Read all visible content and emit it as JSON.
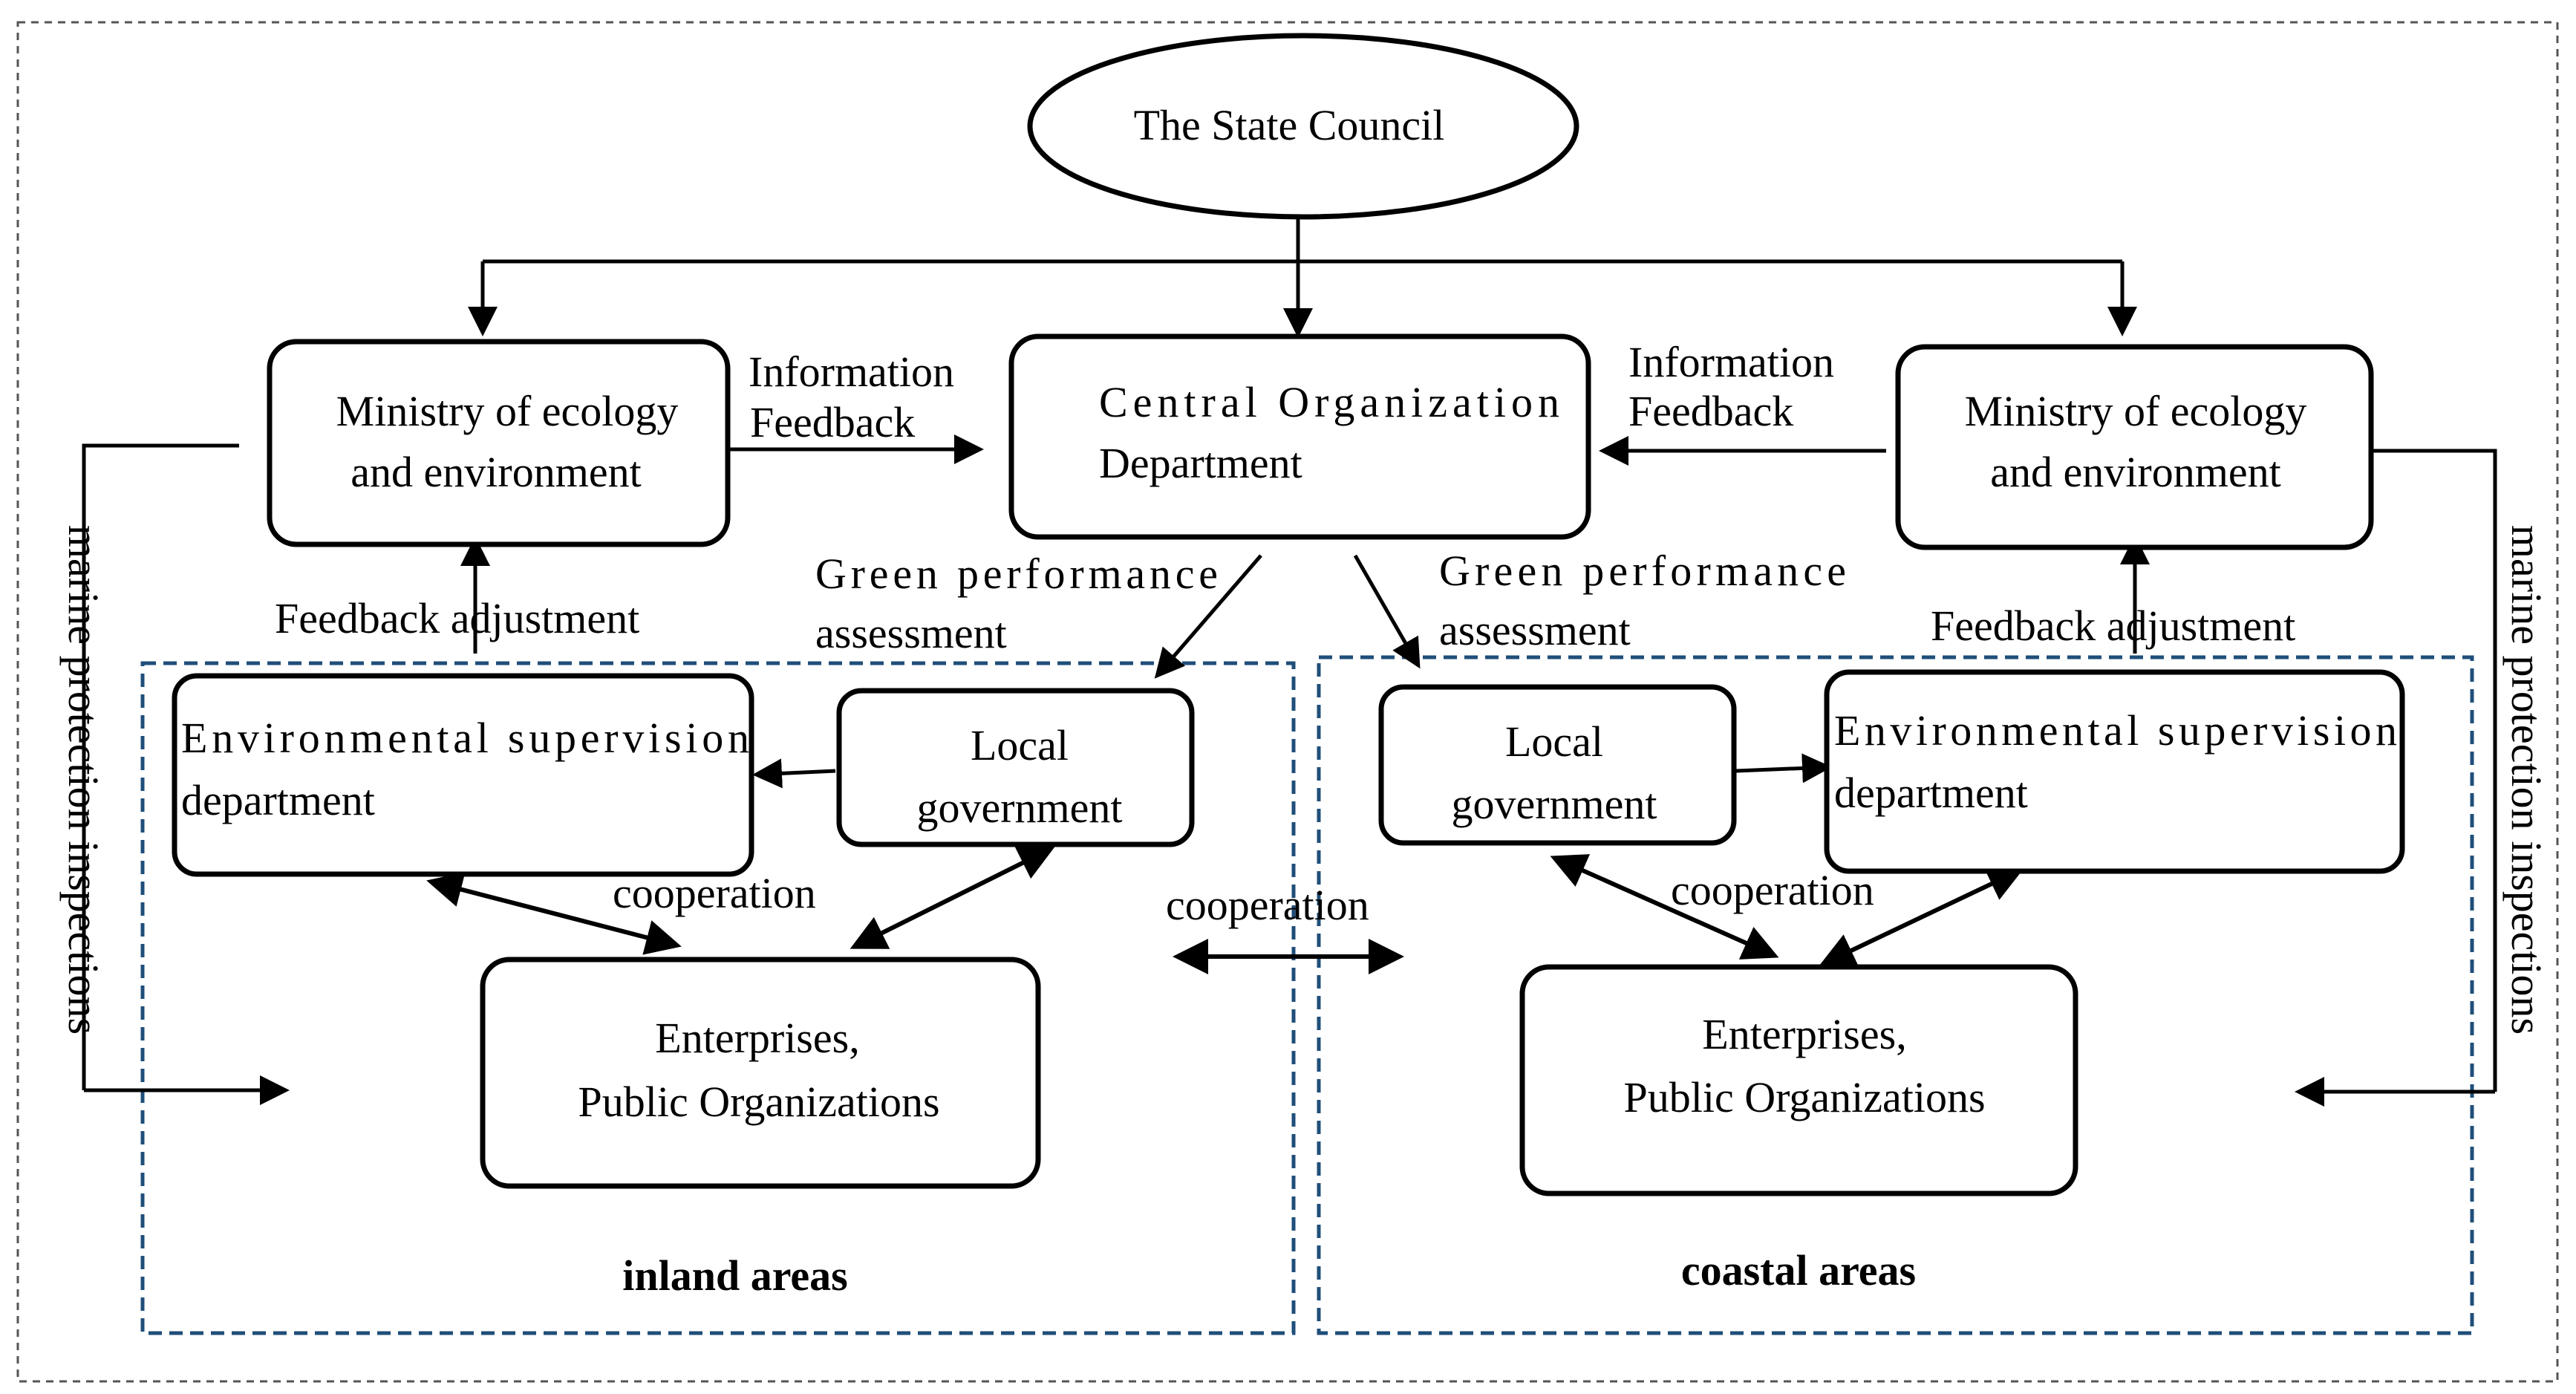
{
  "nodes": {
    "state_council": "The State Council",
    "ministry_left": [
      "Ministry of ecology",
      "and environment"
    ],
    "central_org": [
      "Central Organization",
      "Department"
    ],
    "ministry_right": [
      "Ministry of ecology",
      "and environment"
    ],
    "env_left": [
      "Environmental supervision",
      "department"
    ],
    "local_left": [
      "Local",
      "government"
    ],
    "enterprises_left": [
      "Enterprises,",
      "Public Organizations"
    ],
    "local_right": [
      "Local",
      "government"
    ],
    "env_right": [
      "Environmental supervision",
      "department"
    ],
    "enterprises_right": [
      "Enterprises,",
      "Public Organizations"
    ]
  },
  "labels": {
    "info_feedback_left": [
      "Information",
      "Feedback"
    ],
    "info_feedback_right": [
      "Information",
      "Feedback"
    ],
    "green_left": [
      "Green performance",
      "assessment"
    ],
    "green_right": [
      "Green performance",
      "assessment"
    ],
    "feedback_adj_left": "Feedback adjustment",
    "feedback_adj_right": "Feedback adjustment",
    "coop_left": "cooperation",
    "coop_middle": "cooperation",
    "coop_right": "cooperation",
    "marine_left": "marine protection inspections",
    "marine_right": "marine protection inspections"
  },
  "regions": {
    "inland": "inland areas",
    "coastal": "coastal areas"
  },
  "colors": {
    "region_border": "#1f4e79",
    "outer_border": "#555555",
    "stroke": "#000000"
  }
}
